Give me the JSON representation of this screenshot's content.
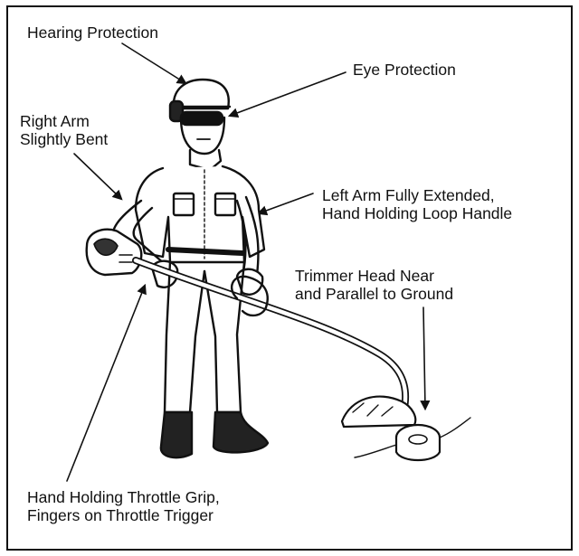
{
  "labels": {
    "hearing": "Hearing Protection",
    "eye": "Eye Protection",
    "right_arm": [
      "Right Arm",
      "Slightly Bent"
    ],
    "left_arm": [
      "Left Arm Fully Extended,",
      "Hand Holding Loop Handle"
    ],
    "trimmer_head": [
      "Trimmer Head Near",
      "and Parallel to Ground"
    ],
    "hand_throttle": [
      "Hand Holding Throttle Grip,",
      "Fingers on Throttle Trigger"
    ]
  },
  "colors": {
    "ink": "#111111",
    "background": "#ffffff"
  }
}
